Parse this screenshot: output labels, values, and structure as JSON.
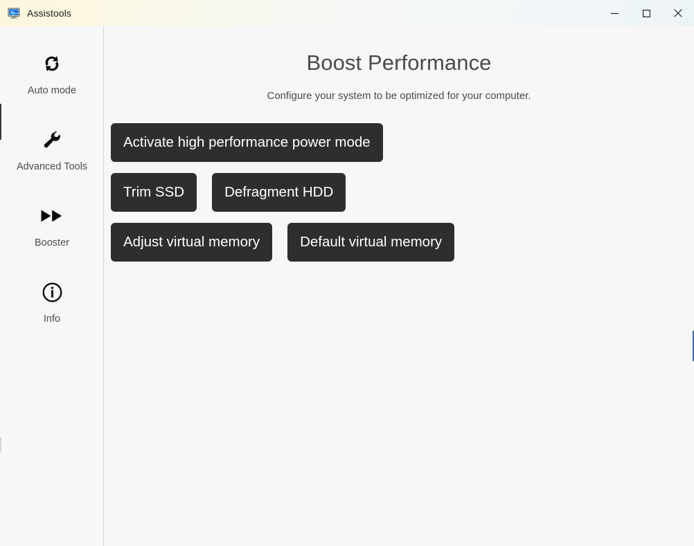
{
  "window": {
    "title": "Assistools",
    "app_icon": "monitor-waveform-icon",
    "controls": [
      {
        "name": "minimize",
        "glyph": "minimize-icon"
      },
      {
        "name": "maximize",
        "glyph": "maximize-icon"
      },
      {
        "name": "close",
        "glyph": "close-icon"
      }
    ]
  },
  "sidebar": {
    "items": [
      {
        "label": "Auto mode",
        "icon": "refresh-sync-icon"
      },
      {
        "label": "Advanced Tools",
        "icon": "wrench-icon"
      },
      {
        "label": "Booster",
        "icon": "fast-forward-icon"
      },
      {
        "label": "Info",
        "icon": "info-circle-icon"
      }
    ]
  },
  "main": {
    "title": "Boost Performance",
    "subtitle": "Configure your system to be optimized for your computer.",
    "buttons": [
      {
        "label": "Activate high performance power mode"
      },
      {
        "label": "Trim SSD"
      },
      {
        "label": "Defragment HDD"
      },
      {
        "label": "Adjust virtual memory"
      },
      {
        "label": "Default virtual memory"
      }
    ]
  },
  "colors": {
    "button_background": "#2e2e2e",
    "button_text": "#ffffff",
    "content_background": "#f7f7f7",
    "sidebar_background": "#f7f7f7",
    "title_text": "#4a4a4a",
    "titlebar_accent": "#fbf6dc"
  }
}
